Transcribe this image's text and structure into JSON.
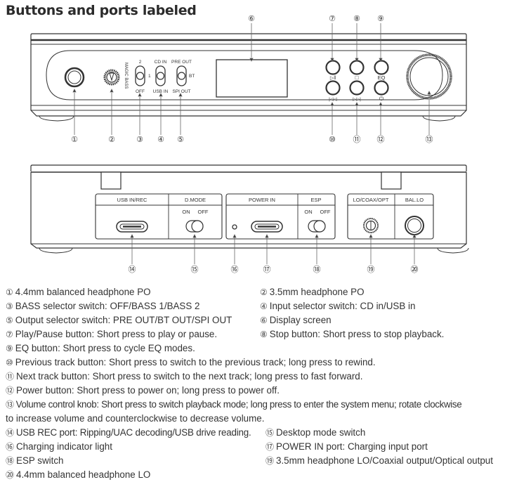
{
  "title": "Buttons and ports labeled",
  "front_panel": {
    "switch_labels": {
      "bass_side": "MAGIC BASS",
      "bass_top": "2",
      "bass_mid": "1",
      "bass_bottom": "OFF",
      "input_top": "CD IN",
      "input_bottom": "USB IN",
      "output_top": "PRE OUT",
      "output_mid": "BT",
      "output_bottom": "SPI OUT"
    },
    "button_glyphs": {
      "play_pause": "▷‖",
      "stop": "□",
      "eq": "EQ",
      "prev": "|◁◁",
      "next": "▷▷|",
      "power": "⏻"
    },
    "callouts": [
      "①",
      "②",
      "③",
      "④",
      "⑤",
      "⑥",
      "⑦",
      "⑧",
      "⑨",
      "⑩",
      "⑪",
      "⑫",
      "⑬"
    ]
  },
  "back_panel": {
    "sections": [
      {
        "label": "USB IN/REC"
      },
      {
        "label": "D.MODE",
        "on": "ON",
        "off": "OFF"
      },
      {
        "label": "POWER IN"
      },
      {
        "label": "ESP",
        "on": "ON",
        "off": "OFF"
      },
      {
        "label": "LO/COAX/OPT"
      },
      {
        "label": "BAL.LO"
      }
    ],
    "callouts": [
      "⑭",
      "⑮",
      "⑯",
      "⑰",
      "⑱",
      "⑲",
      "⑳"
    ]
  },
  "legend": [
    {
      "num": "①",
      "text": "4.4mm balanced headphone PO"
    },
    {
      "num": "②",
      "text": "3.5mm headphone PO"
    },
    {
      "num": "③",
      "text": "BASS selector switch: OFF/BASS 1/BASS 2"
    },
    {
      "num": "④",
      "text": "Input selector switch: CD in/USB in"
    },
    {
      "num": "⑤",
      "text": "Output selector switch: PRE OUT/BT OUT/SPI OUT"
    },
    {
      "num": "⑥",
      "text": "Display screen"
    },
    {
      "num": "⑦",
      "text": "Play/Pause button: Short press to play or pause."
    },
    {
      "num": "⑧",
      "text": "Stop button: Short press to stop playback."
    },
    {
      "num": "⑨",
      "text": "EQ button: Short press to cycle EQ modes."
    },
    {
      "num": "⑩",
      "text": "Previous track button: Short press to switch to the previous track; long press to rewind."
    },
    {
      "num": "⑪",
      "text": "Next track button: Short press to switch to the next track; long press to fast forward."
    },
    {
      "num": "⑫",
      "text": "Power button: Short press to power on; long press to power off."
    },
    {
      "num": "⑬",
      "text": "Volume control knob: Short press to switch playback mode; long press to enter the system menu; rotate clockwise"
    },
    {
      "num": "",
      "text": "to increase volume and counterclockwise to decrease volume."
    },
    {
      "num": "⑭",
      "text": "USB REC port: Ripping/UAC decoding/USB drive reading."
    },
    {
      "num": "⑮",
      "text": "Desktop mode switch"
    },
    {
      "num": "⑯",
      "text": "Charging indicator light"
    },
    {
      "num": "⑰",
      "text": "POWER IN port: Charging input port"
    },
    {
      "num": "⑱",
      "text": "ESP switch"
    },
    {
      "num": "⑲",
      "text": "3.5mm headphone LO/Coaxial output/Optical output"
    },
    {
      "num": "⑳",
      "text": "4.4mm balanced headphone LO"
    }
  ]
}
